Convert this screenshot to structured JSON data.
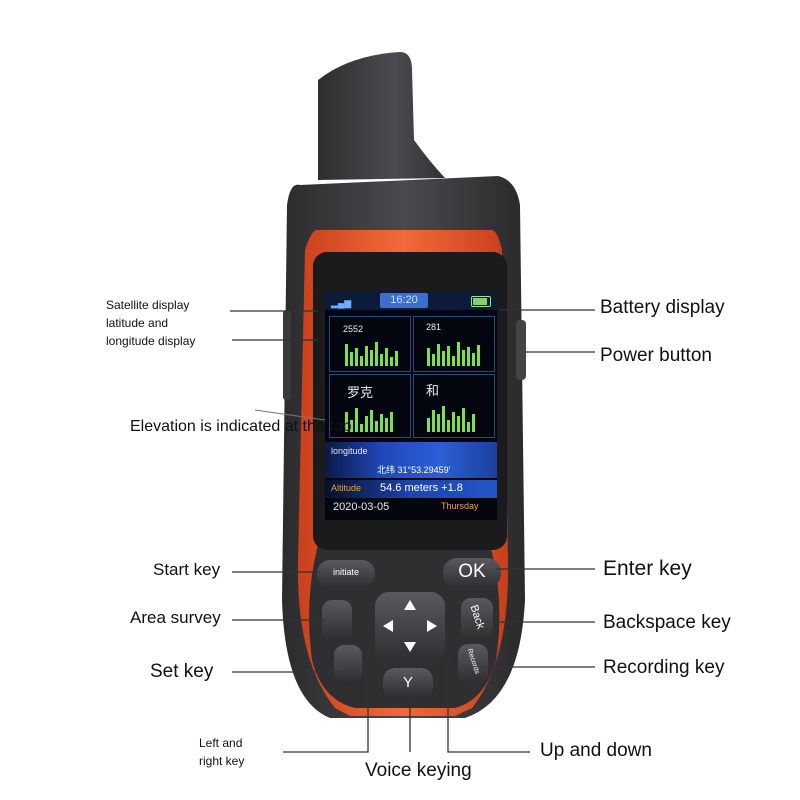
{
  "device": {
    "screen": {
      "status_time": "16:20",
      "panel1_count": "2552",
      "panel2_count": "281",
      "panel3_label": "罗克",
      "panel4_label": "和",
      "longitude_label": "longitude",
      "coordinate_value": "北纬 31°53.29459'",
      "altitude_label": "Altitude",
      "altitude_value": "54.6 meters +1.8",
      "date": "2020-03-05",
      "weekday": "Thursday"
    },
    "keys": {
      "initiate": "initiate",
      "ok": "OK",
      "back": "Back",
      "records": "Records",
      "y": "Y"
    }
  },
  "callouts": {
    "satellite_display": [
      "Satellite display",
      "latitude and",
      "longitude display"
    ],
    "elevation": "Elevation is indicated at the top",
    "start_key": "Start key",
    "area_survey": "Area survey",
    "set_key": "Set key",
    "left_right": [
      "Left and",
      "right key"
    ],
    "voice_keying": "Voice keying",
    "battery_display": "Battery display",
    "power_button": "Power button",
    "enter_key": "Enter key",
    "backspace_key": "Backspace key",
    "recording_key": "Recording key",
    "up_down": "Up and down"
  },
  "colors": {
    "body_dark": "#3a3a3c",
    "body_orange": "#e8542a",
    "screen_bg": "#03060f",
    "highlight_blue": "#2f5fd0",
    "bar_green": "#7ee04b"
  }
}
